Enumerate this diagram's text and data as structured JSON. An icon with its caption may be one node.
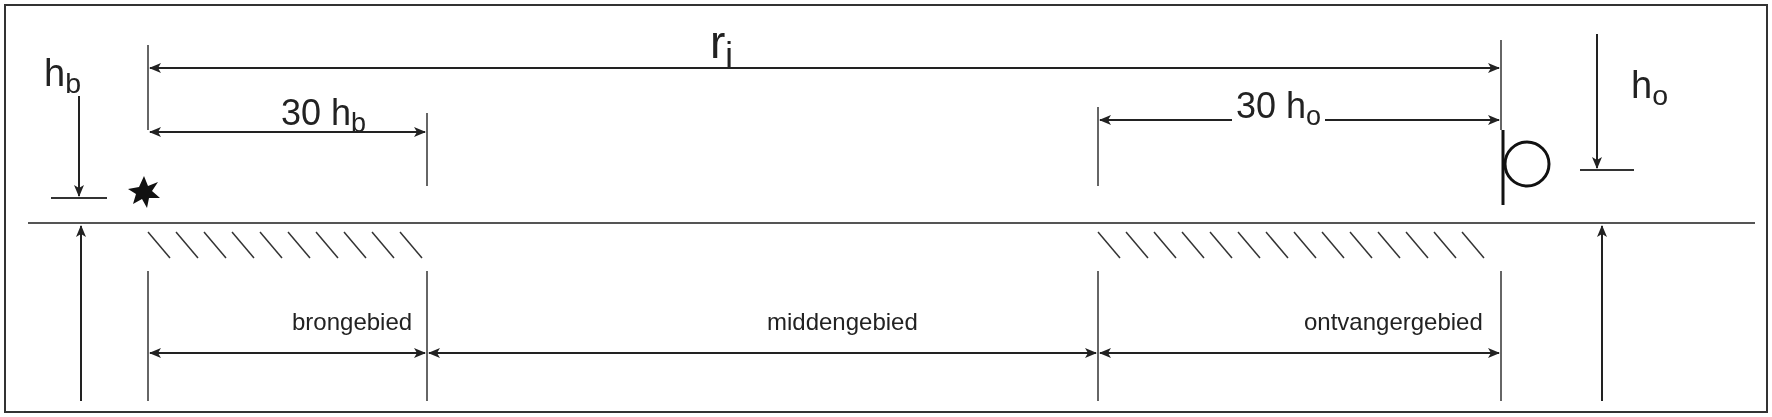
{
  "diagram": {
    "labels": [
      "h$_{b}$",
      "r$_{i}$",
      "30 h$_{b}$",
      "30 h$_{o}$",
      "h$_{o}$",
      "brongebied",
      "middengebied",
      "ontvangergebied"
    ]
  }
}
